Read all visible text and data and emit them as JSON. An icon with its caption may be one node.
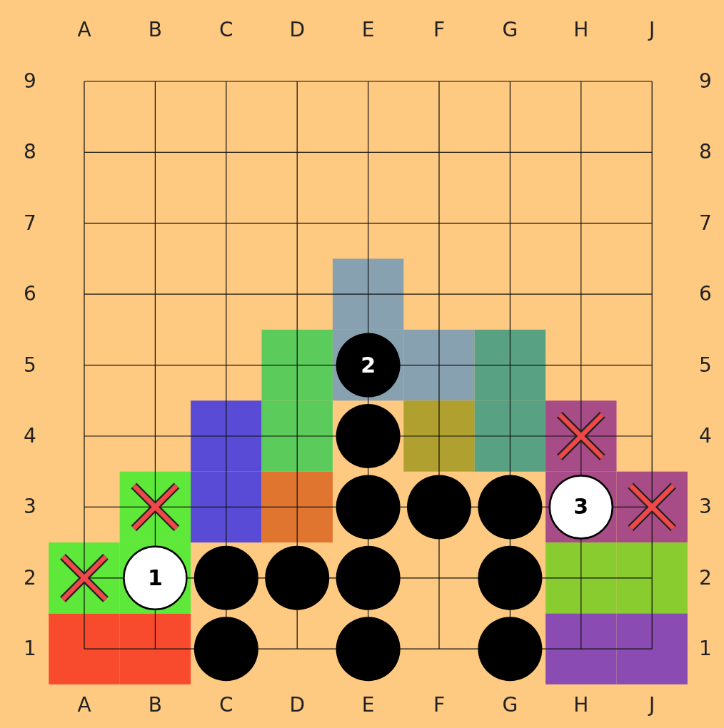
{
  "diagram": {
    "labels": [
      "A",
      "B",
      "C",
      "D",
      "E",
      "F",
      "G",
      "H",
      "J",
      "9",
      "9",
      "8",
      "8",
      "7",
      "7",
      "6",
      "6",
      "5",
      "2",
      "5",
      "4",
      "4",
      "3",
      "3",
      "3",
      "2",
      "1",
      "2",
      "1",
      "1",
      "A",
      "B",
      "C",
      "D",
      "E",
      "F",
      "G",
      "H",
      "J"
    ]
  }
}
